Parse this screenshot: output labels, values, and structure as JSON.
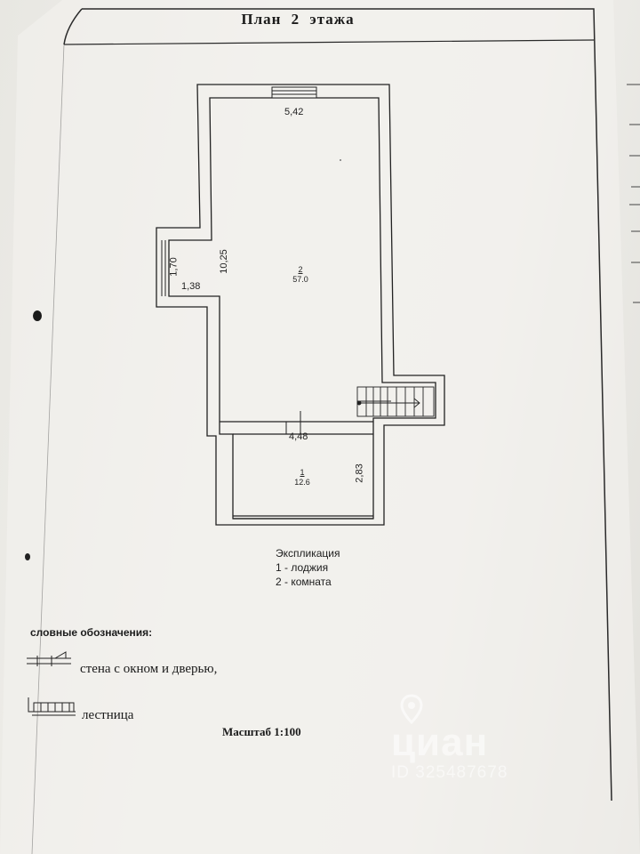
{
  "header": {
    "title": "План  2  этажа"
  },
  "plan": {
    "dimensions": {
      "top_width": "5,42",
      "main_length": "10,25",
      "window_height": "1,70",
      "window_width": "1,38",
      "loggia_width": "4,48",
      "loggia_depth": "2,83"
    },
    "rooms": [
      {
        "number": "2",
        "area": "57.0"
      },
      {
        "number": "1",
        "area": "12.6"
      }
    ]
  },
  "explication": {
    "title": "Экспликация",
    "items": [
      "1 - лоджия",
      "2 - комната"
    ]
  },
  "legend": {
    "title": "словные обозначения:",
    "items": [
      {
        "icon": "wall-window-door-icon",
        "label": "стена с окном и дверью,"
      },
      {
        "icon": "stairs-icon",
        "label": "лестница"
      }
    ]
  },
  "scale": "Масштаб 1:100",
  "watermark": {
    "brand": "циан",
    "id": "ID 325487678",
    "icon": "location-pin-icon"
  }
}
